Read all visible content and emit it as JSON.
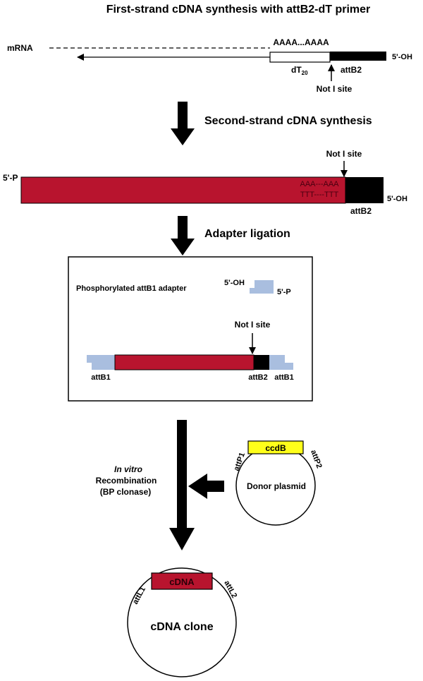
{
  "colors": {
    "cdna_red": "#b8142e",
    "adapter_blue": "#a9bedf",
    "ccdb_yellow": "#ffff1a",
    "black": "#000000"
  },
  "step1": {
    "title": "First-strand cDNA synthesis with attB2-dT primer",
    "mrna_label": "mRNA",
    "polyA": "AAAA...AAAA",
    "dT_label": "dT",
    "dT_sub": "20",
    "attB2": "attB2",
    "oh_5": "5'-OH",
    "noti": "Not I site"
  },
  "step2": {
    "title": "Second-strand cDNA synthesis",
    "p_5": "5'-P",
    "noti": "Not I site",
    "aaa": "AAA---AAA",
    "ttt": "TTT----TTT",
    "oh_5": "5'-OH",
    "attB2": "attB2"
  },
  "step3": {
    "title": "Adapter ligation",
    "adapter_label": "Phosphorylated attB1 adapter",
    "oh_5": "5'-OH",
    "p_5": "5'-P",
    "noti": "Not I site",
    "attB1_left": "attB1",
    "attB2": "attB2",
    "attB1_right": "attB1"
  },
  "step4": {
    "in_vitro": "In vitro",
    "recombination": "Recombination",
    "bp_clonase": "(BP clonase)",
    "ccdB": "ccdB",
    "attP1": "attP1",
    "attP2": "attP2",
    "donor": "Donor plasmid"
  },
  "step5": {
    "cdna": "cDNA",
    "attL1": "attL1",
    "attL2": "attL2",
    "clone": "cDNA clone"
  }
}
